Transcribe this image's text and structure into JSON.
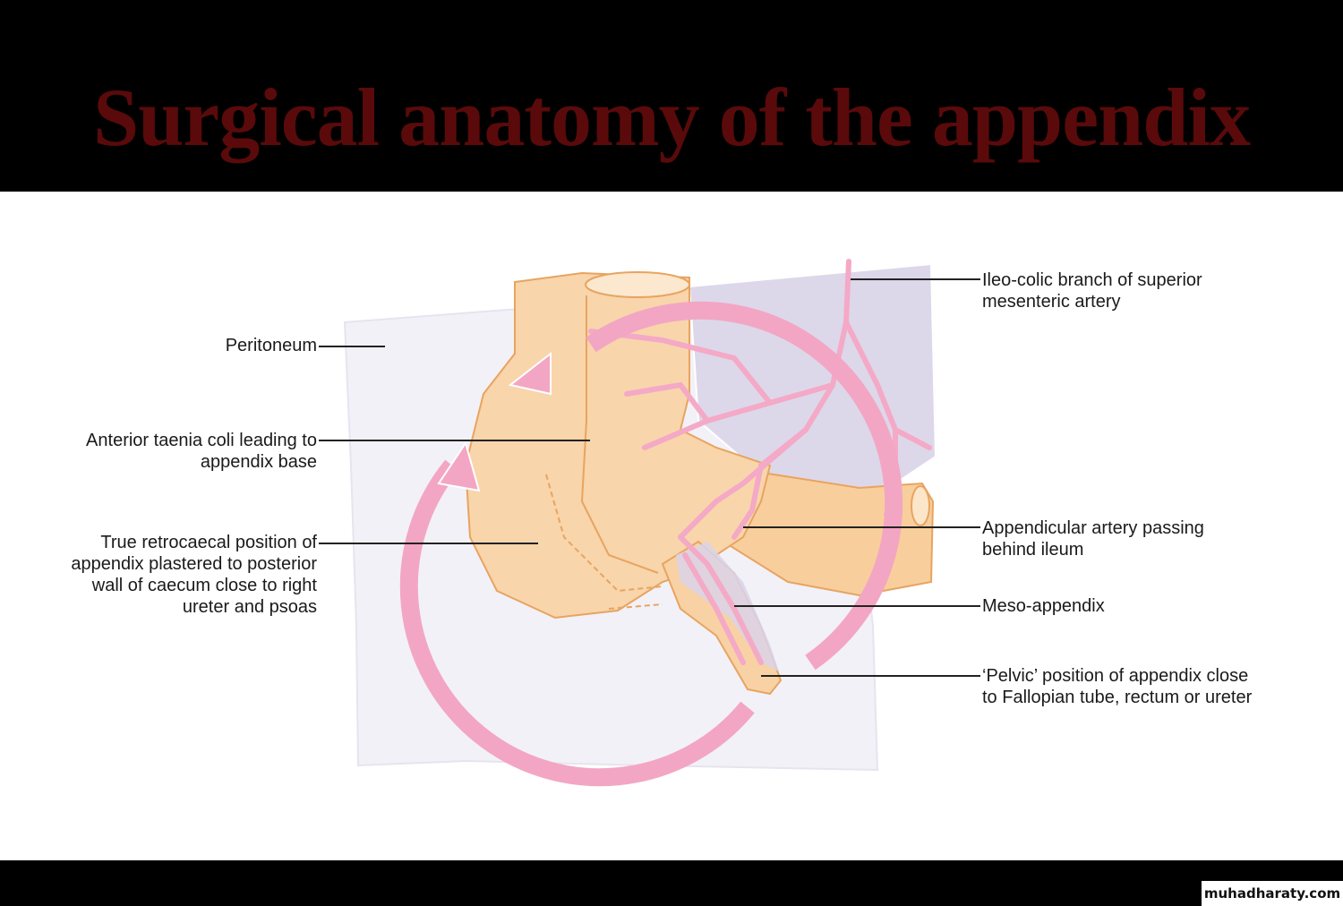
{
  "slide": {
    "title": "Surgical anatomy of the appendix",
    "watermark": "muhadharaty.com"
  },
  "diagram": {
    "labels_left": [
      {
        "id": "peritoneum",
        "text": "Peritoneum"
      },
      {
        "id": "anterior-taenia-coli",
        "text": "Anterior taenia coli leading to\nappendix base"
      },
      {
        "id": "retrocaecal-position",
        "text": "True retrocaecal position of\nappendix plastered to posterior\nwall of caecum close to right\nureter and psoas"
      }
    ],
    "labels_right": [
      {
        "id": "ileo-colic-branch",
        "text": "Ileo-colic branch of superior\nmesenteric artery"
      },
      {
        "id": "appendicular-artery",
        "text": "Appendicular artery passing\nbehind ileum"
      },
      {
        "id": "meso-appendix",
        "text": "Meso-appendix"
      },
      {
        "id": "pelvic-position",
        "text": "‘Pelvic’ position of appendix close\nto Fallopian tube, rectum or ureter"
      }
    ],
    "colors": {
      "title": "#5a0a0a",
      "caecum": "#f7d3a6",
      "caecum_outline": "#e8a460",
      "artery": "#f4a9c6",
      "mesentery": "#ddd6ea",
      "peritoneum": "#f1f0f7",
      "arrow": "#f3a6c3"
    }
  }
}
